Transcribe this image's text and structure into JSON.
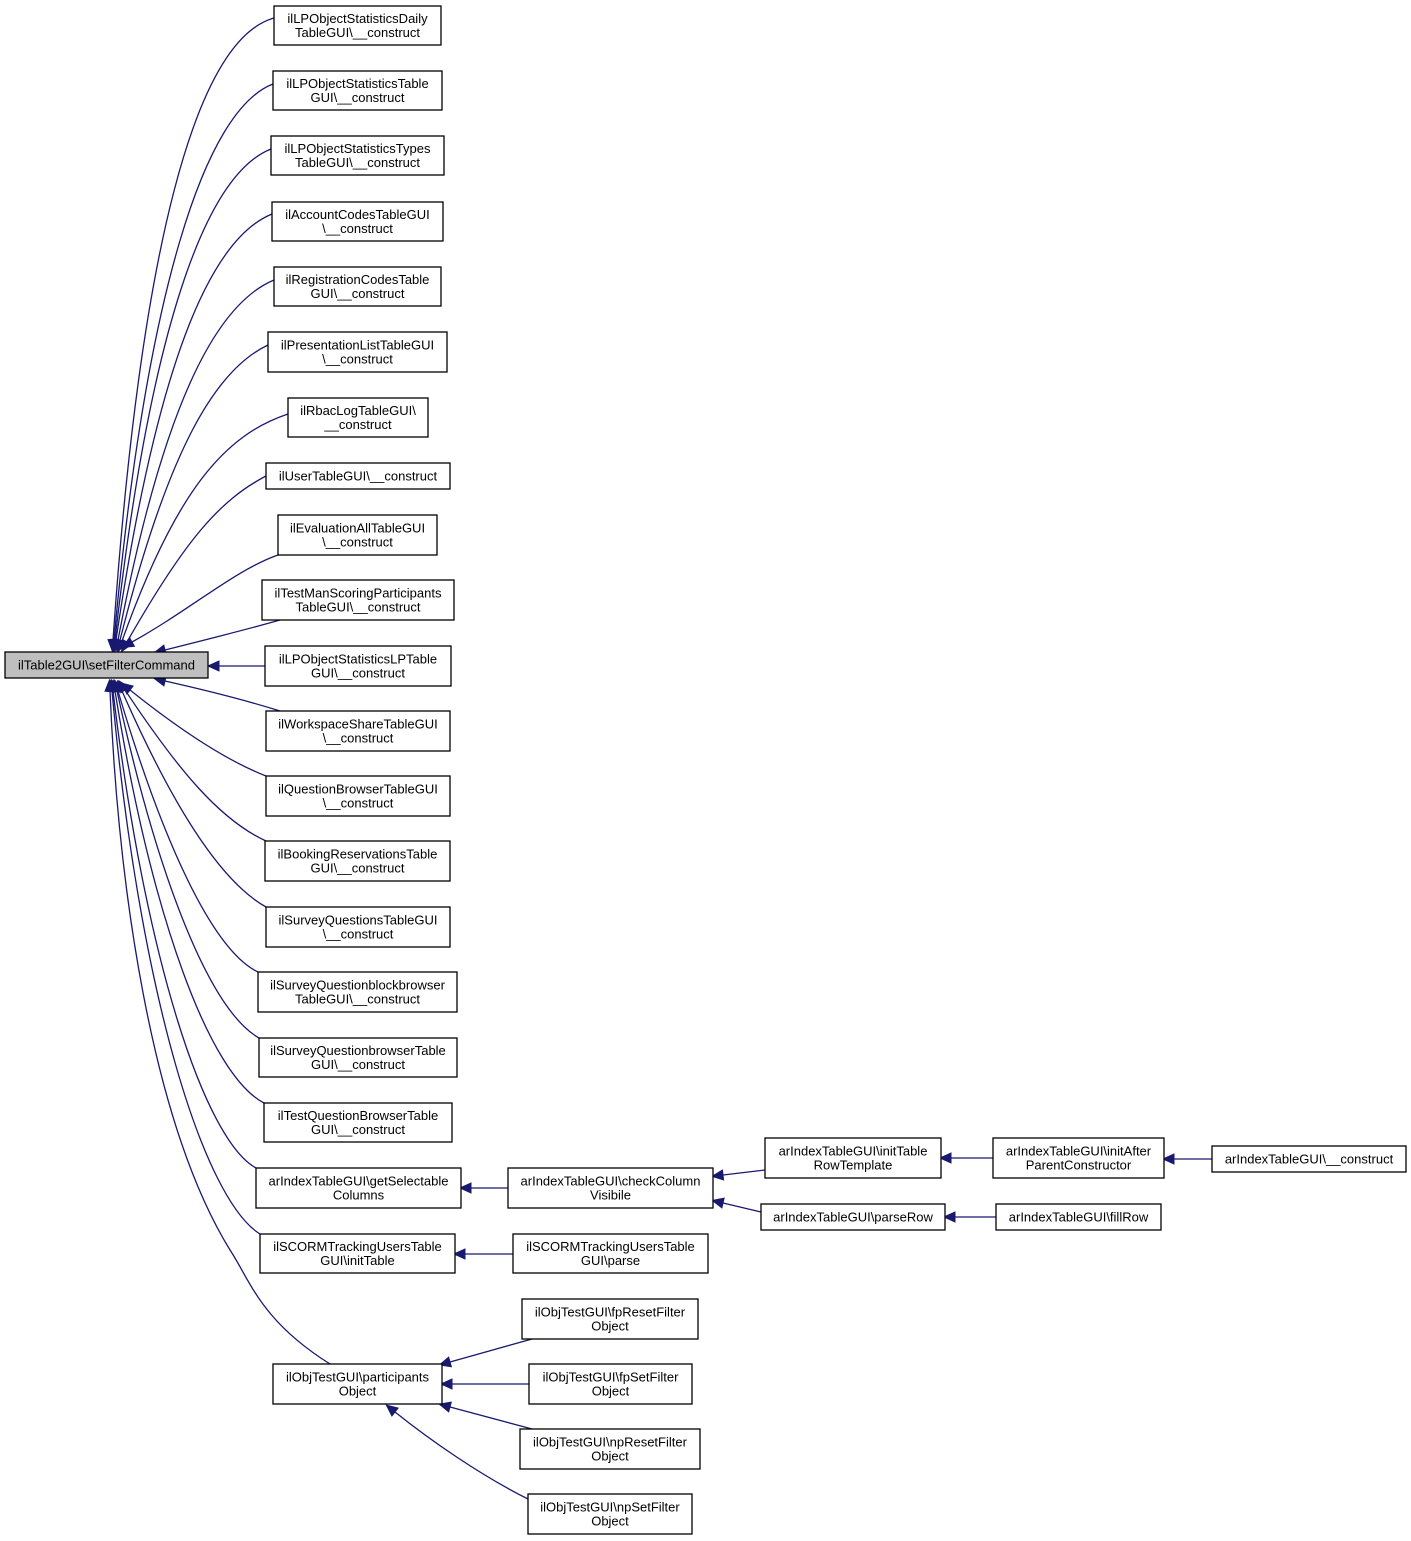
{
  "diagram": {
    "title": "",
    "colors": {
      "edge": "#191970",
      "node_border": "#000000",
      "node_fill": "#ffffff",
      "root_fill": "#bfbfbf"
    },
    "nodes": [
      {
        "id": "root",
        "lines": [
          "ilTable2GUI\\setFilterCommand"
        ],
        "highlight": true
      },
      {
        "id": "n1",
        "lines": [
          "ilLPObjectStatisticsDaily",
          "TableGUI\\__construct"
        ]
      },
      {
        "id": "n2",
        "lines": [
          "ilLPObjectStatisticsTable",
          "GUI\\__construct"
        ]
      },
      {
        "id": "n3",
        "lines": [
          "ilLPObjectStatisticsTypes",
          "TableGUI\\__construct"
        ]
      },
      {
        "id": "n4",
        "lines": [
          "ilAccountCodesTableGUI",
          "\\__construct"
        ]
      },
      {
        "id": "n5",
        "lines": [
          "ilRegistrationCodesTable",
          "GUI\\__construct"
        ]
      },
      {
        "id": "n6",
        "lines": [
          "ilPresentationListTableGUI",
          "\\__construct"
        ]
      },
      {
        "id": "n7",
        "lines": [
          "ilRbacLogTableGUI\\",
          "__construct"
        ]
      },
      {
        "id": "n8",
        "lines": [
          "ilUserTableGUI\\__construct"
        ]
      },
      {
        "id": "n9",
        "lines": [
          "ilEvaluationAllTableGUI",
          "\\__construct"
        ]
      },
      {
        "id": "n10",
        "lines": [
          "ilTestManScoringParticipants",
          "TableGUI\\__construct"
        ]
      },
      {
        "id": "n11",
        "lines": [
          "ilLPObjectStatisticsLPTable",
          "GUI\\__construct"
        ]
      },
      {
        "id": "n12",
        "lines": [
          "ilWorkspaceShareTableGUI",
          "\\__construct"
        ]
      },
      {
        "id": "n13",
        "lines": [
          "ilQuestionBrowserTableGUI",
          "\\__construct"
        ]
      },
      {
        "id": "n14",
        "lines": [
          "ilBookingReservationsTable",
          "GUI\\__construct"
        ]
      },
      {
        "id": "n15",
        "lines": [
          "ilSurveyQuestionsTableGUI",
          "\\__construct"
        ]
      },
      {
        "id": "n16",
        "lines": [
          "ilSurveyQuestionblockbrowser",
          "TableGUI\\__construct"
        ]
      },
      {
        "id": "n17",
        "lines": [
          "ilSurveyQuestionbrowserTable",
          "GUI\\__construct"
        ]
      },
      {
        "id": "n18",
        "lines": [
          "ilTestQuestionBrowserTable",
          "GUI\\__construct"
        ]
      },
      {
        "id": "n19",
        "lines": [
          "arIndexTableGUI\\getSelectable",
          "Columns"
        ]
      },
      {
        "id": "n20",
        "lines": [
          "ilSCORMTrackingUsersTable",
          "GUI\\initTable"
        ]
      },
      {
        "id": "n21",
        "lines": [
          "ilObjTestGUI\\participants",
          "Object"
        ]
      },
      {
        "id": "c1",
        "lines": [
          "arIndexTableGUI\\checkColumn",
          "Visibile"
        ]
      },
      {
        "id": "c2",
        "lines": [
          "ilSCORMTrackingUsersTable",
          "GUI\\parse"
        ]
      },
      {
        "id": "c3",
        "lines": [
          "ilObjTestGUI\\fpResetFilter",
          "Object"
        ]
      },
      {
        "id": "c4",
        "lines": [
          "ilObjTestGUI\\fpSetFilter",
          "Object"
        ]
      },
      {
        "id": "c5",
        "lines": [
          "ilObjTestGUI\\npResetFilter",
          "Object"
        ]
      },
      {
        "id": "c6",
        "lines": [
          "ilObjTestGUI\\npSetFilter",
          "Object"
        ]
      },
      {
        "id": "d1",
        "lines": [
          "arIndexTableGUI\\initTable",
          "RowTemplate"
        ]
      },
      {
        "id": "d2",
        "lines": [
          "arIndexTableGUI\\parseRow"
        ]
      },
      {
        "id": "e1",
        "lines": [
          "arIndexTableGUI\\initAfter",
          "ParentConstructor"
        ]
      },
      {
        "id": "e2",
        "lines": [
          "arIndexTableGUI\\fillRow"
        ]
      },
      {
        "id": "f1",
        "lines": [
          "arIndexTableGUI\\__construct"
        ]
      }
    ],
    "edges": [
      {
        "from": "n1",
        "to": "root"
      },
      {
        "from": "n2",
        "to": "root"
      },
      {
        "from": "n3",
        "to": "root"
      },
      {
        "from": "n4",
        "to": "root"
      },
      {
        "from": "n5",
        "to": "root"
      },
      {
        "from": "n6",
        "to": "root"
      },
      {
        "from": "n7",
        "to": "root"
      },
      {
        "from": "n8",
        "to": "root"
      },
      {
        "from": "n9",
        "to": "root"
      },
      {
        "from": "n10",
        "to": "root"
      },
      {
        "from": "n11",
        "to": "root"
      },
      {
        "from": "n12",
        "to": "root"
      },
      {
        "from": "n13",
        "to": "root"
      },
      {
        "from": "n14",
        "to": "root"
      },
      {
        "from": "n15",
        "to": "root"
      },
      {
        "from": "n16",
        "to": "root"
      },
      {
        "from": "n17",
        "to": "root"
      },
      {
        "from": "n18",
        "to": "root"
      },
      {
        "from": "n19",
        "to": "root"
      },
      {
        "from": "n20",
        "to": "root"
      },
      {
        "from": "n21",
        "to": "root"
      },
      {
        "from": "c1",
        "to": "n19"
      },
      {
        "from": "c2",
        "to": "n20"
      },
      {
        "from": "c3",
        "to": "n21"
      },
      {
        "from": "c4",
        "to": "n21"
      },
      {
        "from": "c5",
        "to": "n21"
      },
      {
        "from": "c6",
        "to": "n21"
      },
      {
        "from": "d1",
        "to": "c1"
      },
      {
        "from": "d2",
        "to": "c1"
      },
      {
        "from": "e1",
        "to": "d1"
      },
      {
        "from": "e2",
        "to": "d2"
      },
      {
        "from": "f1",
        "to": "e1"
      }
    ]
  }
}
